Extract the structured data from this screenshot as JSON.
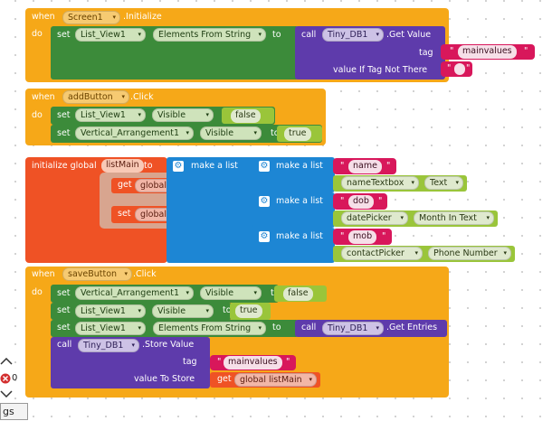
{
  "blocks": {
    "when": "when",
    "do": "do",
    "set": "set",
    "to": "to",
    "call": "call",
    "get": "get",
    "tag": "tag",
    "init_global": "initialize global",
    "make_a_list": "make a list",
    "value_if_tag_not_there": "value If Tag Not There",
    "value_to_store": "value To Store"
  },
  "screen_init": {
    "component": "Screen1",
    "event": ".Initialize",
    "target": "List_View1",
    "property": "Elements From String",
    "db": "Tiny_DB1",
    "method": ".Get Value",
    "tag_value": "mainvalues",
    "empty_value": ""
  },
  "add_click": {
    "component": "addButton",
    "event": ".Click",
    "set1_component": "List_View1",
    "set1_property": "Visible",
    "set1_value": "false",
    "set2_component": "Vertical_Arrangement1",
    "set2_property": "Visible",
    "set2_value": "true"
  },
  "global_list": {
    "name": "listMain",
    "item1_label": "name",
    "item1_component": "nameTextbox",
    "item1_property": "Text",
    "item2_label": "dob",
    "item2_component": "datePicker",
    "item2_property": "Month In Text",
    "item3_label": "mob",
    "item3_component": "contactPicker",
    "item3_property": "Phone Number",
    "ghost_get": "global listMain",
    "ghost_set": "global listMain"
  },
  "save_click": {
    "component": "saveButton",
    "event": ".Click",
    "set1_component": "Vertical_Arrangement1",
    "set1_property": "Visible",
    "set1_value": "false",
    "set2_component": "List_View1",
    "set2_property": "Visible",
    "set2_value": "true",
    "set3_component": "List_View1",
    "set3_property": "Elements From String",
    "set3_db": "Tiny_DB1",
    "set3_method": ".Get Entries",
    "store_db": "Tiny_DB1",
    "store_method": ".Store Value",
    "store_tag": "mainvalues",
    "store_value": "global listMain"
  },
  "warnings": {
    "count": "0"
  },
  "tab_label": "gs"
}
